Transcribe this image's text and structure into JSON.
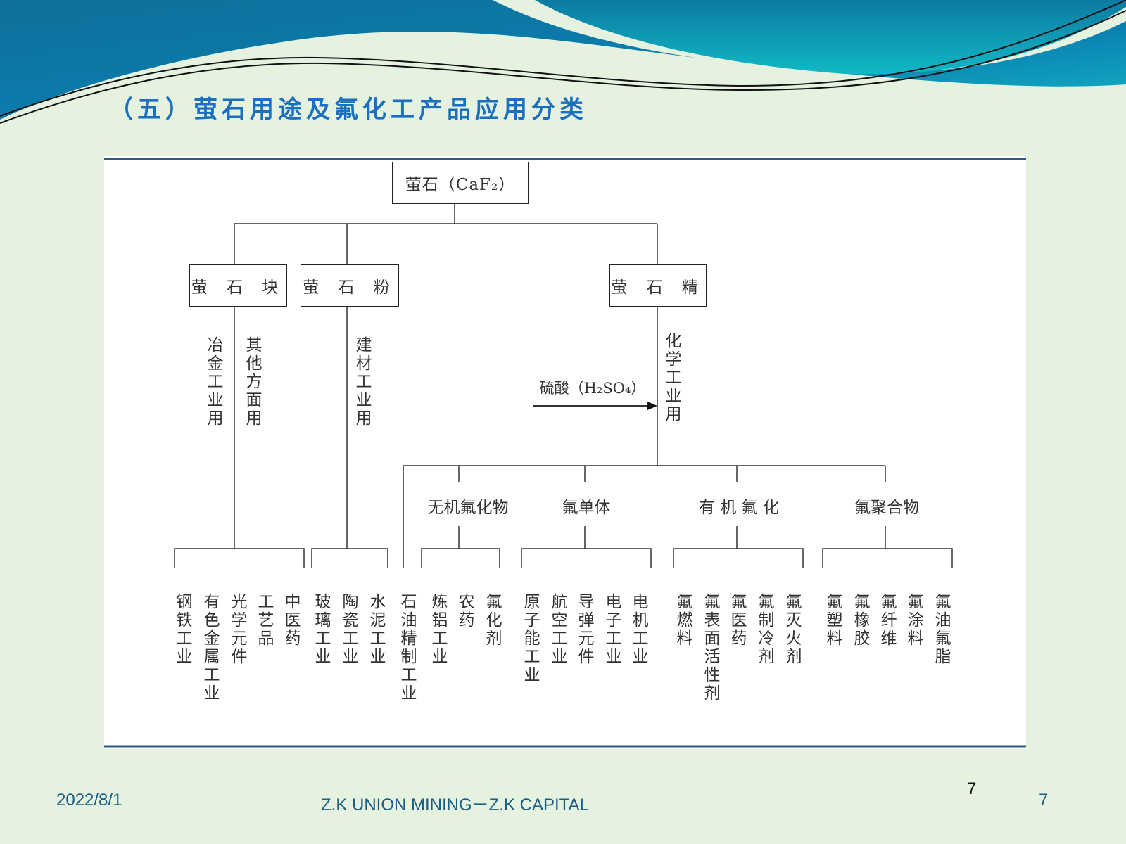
{
  "title": "（五）萤石用途及氟化工产品应用分类",
  "diagram": {
    "root": "萤石（CaF₂）",
    "level1": [
      "萤 石 块",
      "萤 石 粉",
      "萤 石 精"
    ],
    "uses": [
      "冶金工业用",
      "其他方面用",
      "建材工业用",
      "化学工业用"
    ],
    "reagent": "硫酸（H₂SO₄）",
    "categories": [
      "无机氟化物",
      "氟单体",
      "有 机 氟 化",
      "氟聚合物"
    ],
    "leaves": [
      "钢铁工业",
      "有色金属工业",
      "光学元件",
      "工艺品",
      "中医药",
      "玻璃工业",
      "陶瓷工业",
      "水泥工业",
      "石油精制工业",
      "炼铝工业",
      "农药",
      "氟化剂",
      "原子能工业",
      "航空工业",
      "导弹元件",
      "电子工业",
      "电机工业",
      "氟燃料",
      "氟表面活性剂",
      "氟医药",
      "氟制冷剂",
      "氟灭火剂",
      "氟塑料",
      "氟橡胶",
      "氟纤维",
      "氟涂料",
      "氟油氟脂"
    ]
  },
  "footer": {
    "date": "2022/8/1",
    "company": "Z.K UNION MINING－Z.K CAPITAL",
    "page_inner": "7",
    "page": "7"
  },
  "colors": {
    "title": "#1a6fc0",
    "background": "#e4f2df",
    "frame_line": "#2a5a8a"
  }
}
